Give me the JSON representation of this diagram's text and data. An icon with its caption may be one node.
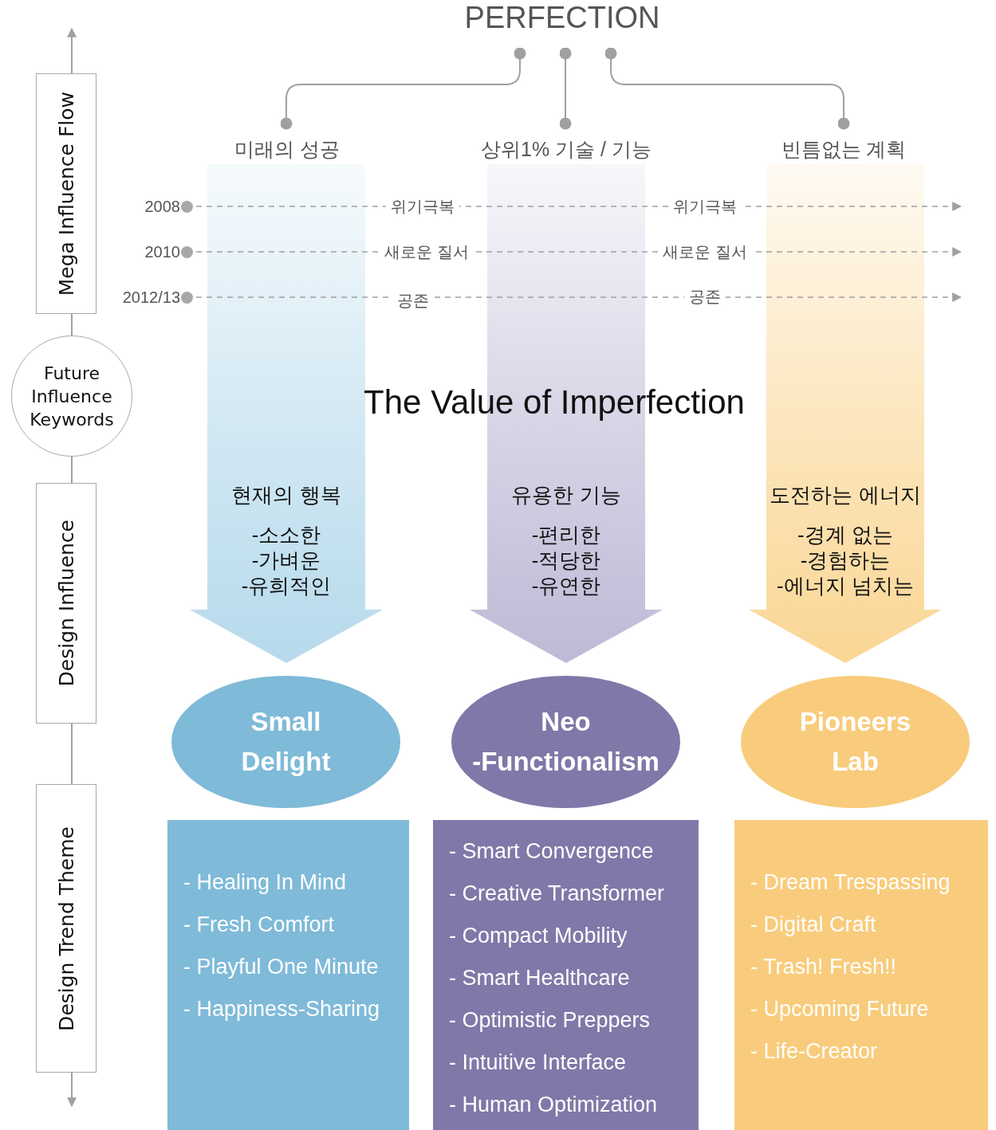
{
  "diagram": {
    "nodes": [
      {
        "text": [
          "Mega Influence Flow"
        ]
      },
      {
        "text": [
          "Future Influence Keywords"
        ]
      },
      {
        "text": [
          "Design Influence"
        ]
      },
      {
        "text": [
          "Design Trend Theme"
        ]
      },
      {
        "text": [
          "PERFECTION"
        ]
      },
      {
        "text": [
          "미래의 성공"
        ]
      },
      {
        "text": [
          "상위1%  기술 / 기능"
        ]
      },
      {
        "text": [
          "빈틈없는 계획"
        ]
      },
      {
        "text": [
          "2008"
        ]
      },
      {
        "text": [
          "2010"
        ]
      },
      {
        "text": [
          "2012/13"
        ]
      },
      {
        "text": [
          "현재의 행복",
          "-소소한",
          "-가벼운",
          "-유희적인"
        ]
      },
      {
        "text": [
          "유용한 기능",
          "-편리한",
          "-적당한",
          "-유연한"
        ]
      },
      {
        "text": [
          "도전하는 에너지",
          "-경계 없는",
          "-경험하는",
          "-에너지 넘치는"
        ]
      },
      {
        "text": [
          "Small Delight"
        ]
      },
      {
        "text": [
          "Neo -Functionalism"
        ]
      },
      {
        "text": [
          "Pioneers Lab"
        ]
      },
      {
        "text": [
          "- Healing In Mind",
          "- Fresh Comfort",
          "- Playful One Minute",
          "- Happiness-Sharing"
        ]
      },
      {
        "text": [
          "- Smart Convergence",
          "- Creative Transformer",
          "- Compact Mobility",
          "- Smart Healthcare",
          "- Optimistic Preppers",
          "- Intuitive Interface",
          "- Human Optimization"
        ]
      },
      {
        "text": [
          "- Dream Trespassing",
          "- Digital Craft",
          "- Trash! Fresh!!",
          "- Upcoming Future",
          "- Life-Creator"
        ]
      }
    ],
    "edges": [
      {
        "from": 0,
        "to": null,
        "arrow": "to"
      },
      {
        "from": 0,
        "to": 1,
        "arrow": "none"
      },
      {
        "from": 1,
        "to": 2,
        "arrow": "none"
      },
      {
        "from": 2,
        "to": 3,
        "arrow": "none"
      },
      {
        "from": 3,
        "to": null,
        "arrow": "to"
      },
      {
        "from": 4,
        "to": 5,
        "arrow": "other"
      },
      {
        "from": 4,
        "to": 6,
        "arrow": "other"
      },
      {
        "from": 4,
        "to": 7,
        "arrow": "other"
      },
      {
        "from": 8,
        "to": null,
        "arrow": "to",
        "style": "dashed"
      },
      {
        "from": 9,
        "to": null,
        "arrow": "to",
        "style": "dashed"
      },
      {
        "from": 10,
        "to": null,
        "arrow": "to",
        "style": "dashed"
      }
    ],
    "labels": [
      "위기극복",
      "위기극복",
      "새로운 질서",
      "새로운 질서",
      "공존",
      "공존",
      "The Value of Imperfection"
    ]
  }
}
